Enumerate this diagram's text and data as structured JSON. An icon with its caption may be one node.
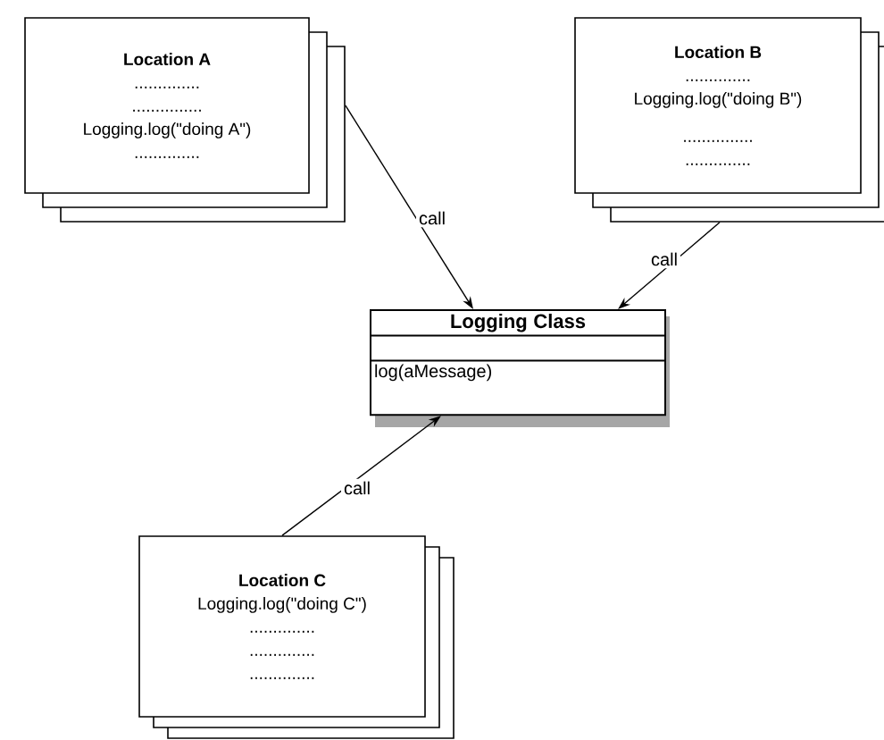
{
  "diagram": {
    "nodes": [
      {
        "text": [
          "Location A",
          "..............",
          "...............",
          "Logging.log(\"doing A\")",
          ".............."
        ]
      },
      {
        "text": [
          "Location B",
          "..............",
          "Logging.log(\"doing B\")",
          "...............",
          ".............."
        ]
      },
      {
        "text": [
          "Location C",
          "Logging.log(\"doing C\")",
          "..............",
          "..............",
          ".............."
        ]
      },
      {
        "text": [
          "Logging Class",
          "log(aMessage)"
        ]
      }
    ],
    "edges": [
      {
        "from": 0,
        "to": 3,
        "arrow": "to",
        "label": "call"
      },
      {
        "from": 1,
        "to": 3,
        "arrow": "to",
        "label": "call"
      },
      {
        "from": 2,
        "to": 3,
        "arrow": "to",
        "label": "call"
      }
    ]
  }
}
